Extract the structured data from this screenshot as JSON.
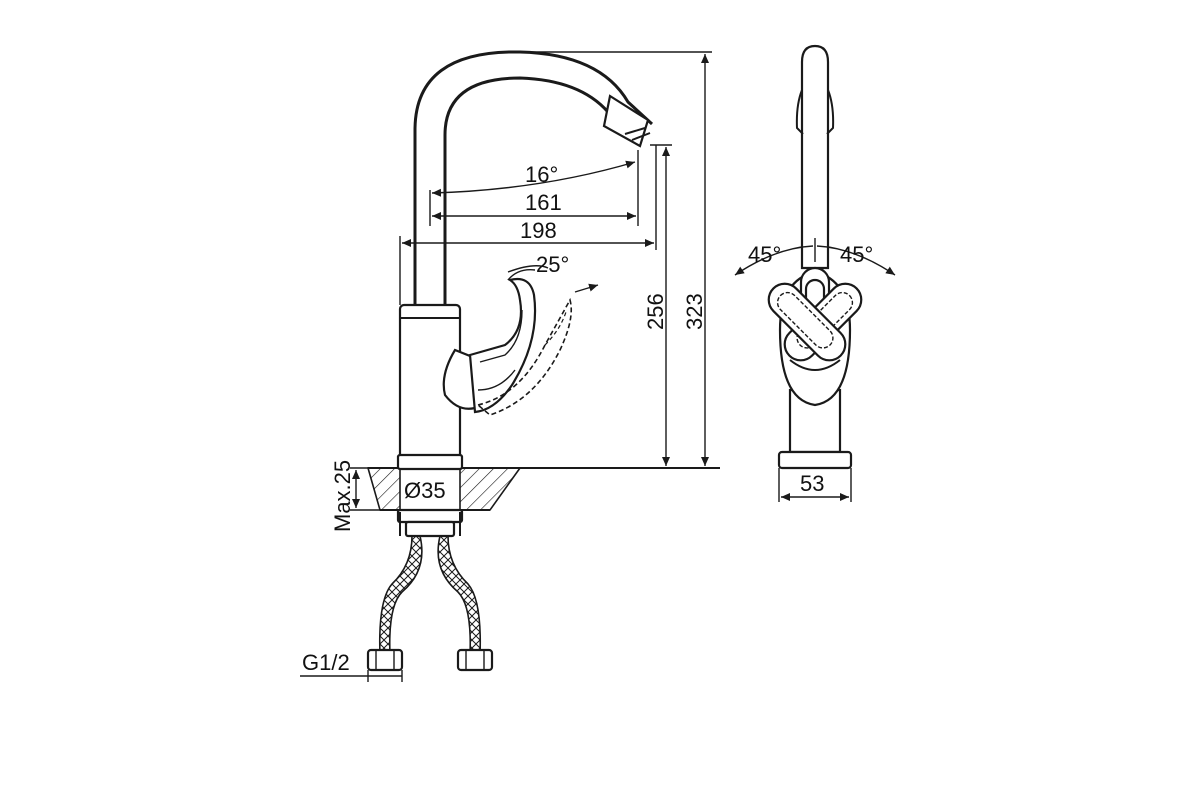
{
  "colors": {
    "ink": "#1a1a1a",
    "background": "#ffffff"
  },
  "side_view": {
    "spout_angle": "16°",
    "reach_161": "161",
    "reach_198": "198",
    "lever_angle": "25°",
    "height_256": "256",
    "height_323": "323",
    "max_countertop": "Max.25",
    "base_diameter": "Ø35",
    "hose_thread": "G1/2"
  },
  "front_view": {
    "left_angle": "45°",
    "right_angle": "45°",
    "base_width": "53"
  }
}
